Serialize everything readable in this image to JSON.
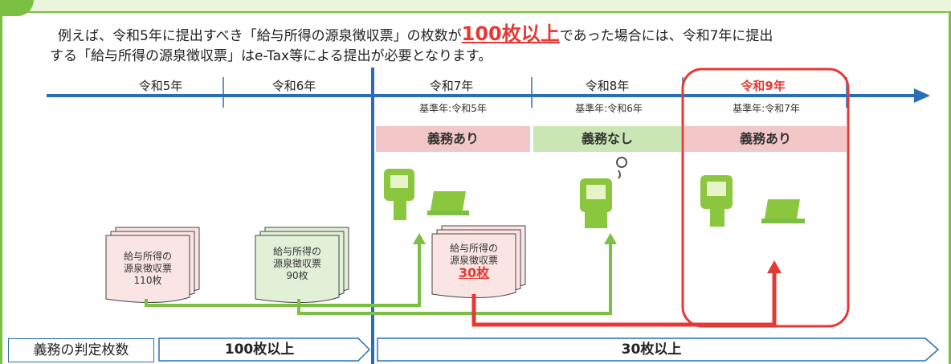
{
  "intro": {
    "line1_pre": "例えば、令和5年に提出すべき「給与所得の源泉徴収票」の枚数が",
    "line1_highlight": "100枚以上",
    "line1_post": "であった場合には、令和7年に提出",
    "line2": "する「給与所得の源泉徴収票」はe-Tax等による提出が必要となります。"
  },
  "timeline": {
    "years": [
      "令和5年",
      "令和6年",
      "令和7年",
      "令和8年",
      "令和9年"
    ],
    "base_years": [
      "基準年:令和5年",
      "基準年:令和6年",
      "基準年:令和7年"
    ]
  },
  "duty": {
    "r7": "義務あり",
    "r8": "義務なし",
    "r9": "義務あり"
  },
  "documents": {
    "d1": {
      "line1": "給与所得の",
      "line2": "源泉徴収票",
      "count": "110枚"
    },
    "d2": {
      "line1": "給与所得の",
      "line2": "源泉徴収票",
      "count": "90枚"
    },
    "d3": {
      "line1": "給与所得の",
      "line2": "源泉徴収票",
      "count": "30枚"
    }
  },
  "bottom": {
    "label": "義務の判定枚数",
    "left_arrow": "100枚以上",
    "right_arrow": "30枚以上"
  },
  "colors": {
    "accent_green": "#7cc043",
    "timeline_blue": "#2a6fb6",
    "duty_red_bg": "#f3c7c7",
    "duty_green_bg": "#c9e6b4",
    "highlight_red": "#e53935"
  }
}
